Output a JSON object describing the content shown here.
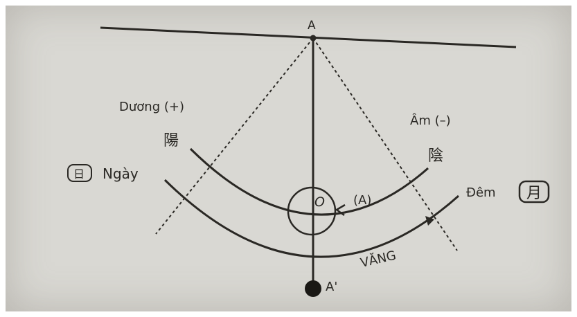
{
  "diagram": {
    "label_A": "A",
    "label_A_prime": "A'",
    "label_O": "O",
    "label_duong": "Dương (+)",
    "label_am": "Âm (–)",
    "char_left_top": "陽",
    "char_right_top": "陰",
    "label_nhat_char": "日",
    "label_ngay": "Ngày",
    "label_nguyet_char": "月",
    "label_dem": "Đêm",
    "label_a_paren": "(A)",
    "label_vang": "VĂNG",
    "colors": {
      "paper": "#d9d8d3",
      "ink": "#2a2824"
    }
  }
}
